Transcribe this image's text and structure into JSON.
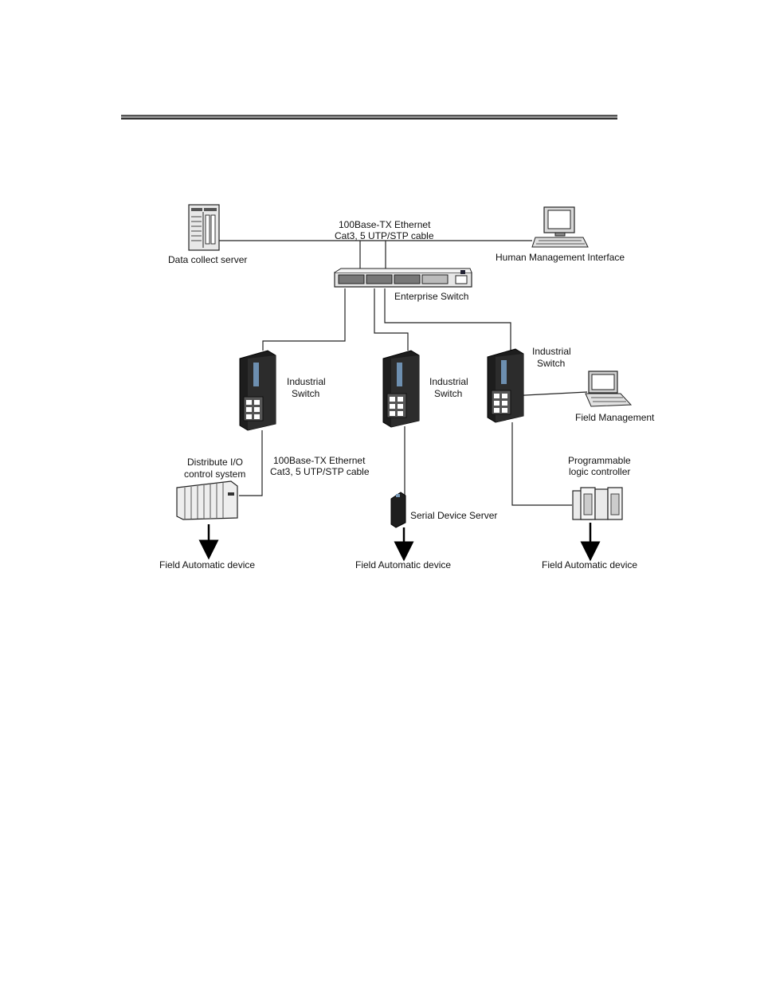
{
  "labels": {
    "ethernet_top_1": "100Base-TX Ethernet",
    "ethernet_top_2": "Cat3, 5 UTP/STP cable",
    "data_server": "Data collect server",
    "hmi": "Human Management Interface",
    "enterprise_switch": "Enterprise Switch",
    "ind_switch_1a": "Industrial",
    "ind_switch_1b": "Switch",
    "ind_switch_2a": "Industrial",
    "ind_switch_2b": "Switch",
    "ind_switch_3a": "Industrial",
    "ind_switch_3b": "Switch",
    "field_mgmt": "Field Management",
    "dio_1": "Distribute I/O",
    "dio_2": "control system",
    "ethernet_mid_1": "100Base-TX Ethernet",
    "ethernet_mid_2": "Cat3, 5 UTP/STP cable",
    "plc_1": "Programmable",
    "plc_2": "logic controller",
    "serial_server": "Serial Device Server",
    "field_dev_1": "Field Automatic device",
    "field_dev_2": "Field Automatic device",
    "field_dev_3": "Field Automatic device"
  }
}
